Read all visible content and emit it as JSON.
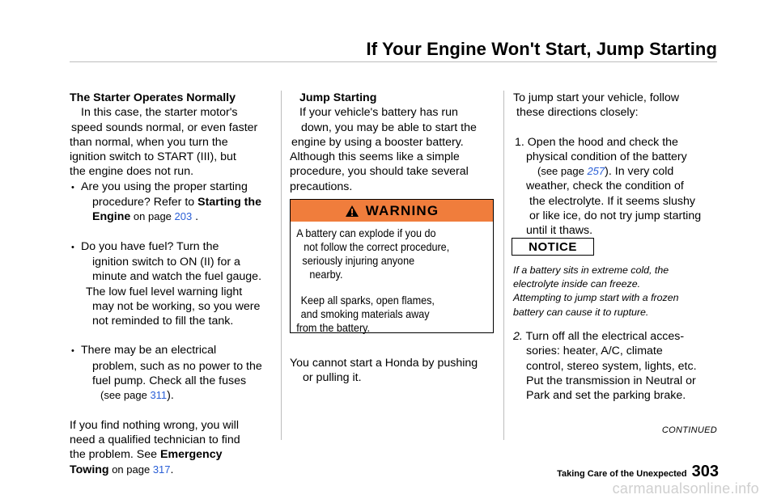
{
  "header": {
    "title": "If Your Engine Won't Start, Jump Starting"
  },
  "col1": {
    "heading": "The Starter Operates Normally",
    "intro": [
      "In this case, the starter motor's",
      "speed sounds normal, or even faster",
      "than normal, when you turn the",
      "ignition switch to START (III), but",
      "the engine does not run."
    ],
    "b1": [
      "Are you using the proper starting",
      "procedure? Refer to "
    ],
    "b1_bold1": "Starting the",
    "b1_bold2": "Engine",
    "b1_onpage": " on page ",
    "b1_page": "203",
    "b1_end": " .",
    "b2": [
      "Do you have fuel? Turn the",
      "ignition switch to ON (II) for a",
      "minute and watch the fuel gauge.",
      "The low fuel level warning light",
      "may not be working, so you were",
      "not reminded to fill the tank."
    ],
    "b3": [
      "There may be an electrical",
      "problem, such as no power to the",
      "fuel pump. Check all the fuses"
    ],
    "b3_see": "(see page ",
    "b3_page": "311",
    "b3_end": ").",
    "outro": [
      "If you find nothing wrong, you will",
      "need a qualified technician to find",
      "the problem. See "
    ],
    "outro_bold1": "Emergency",
    "outro_bold2": "Towing",
    "outro_onpage": " on page ",
    "outro_page": "317",
    "outro_end": "."
  },
  "col2": {
    "heading": "Jump Starting",
    "intro": [
      "If your vehicle's battery has run",
      "down, you may be able to start the",
      "engine by using a booster battery.",
      "Although this seems like a simple",
      "procedure, you should take several",
      "precautions."
    ],
    "warning": {
      "label": "WARNING",
      "lines1": [
        "A battery can explode if you do",
        "not follow the correct procedure,",
        "seriously injuring anyone",
        "nearby."
      ],
      "lines2": [
        "Keep all sparks, open flames,",
        "and smoking materials away",
        "from the battery."
      ]
    },
    "honda": [
      "You cannot start a Honda by pushing",
      "or pulling it."
    ]
  },
  "col3": {
    "intro": [
      "To jump start your vehicle, follow",
      "these directions closely:"
    ],
    "step1": [
      "1. Open the hood and check the",
      "physical condition of the battery"
    ],
    "step1_see": "(see page ",
    "step1_page": "257",
    "step1_rest": "). In very cold",
    "step1_more": [
      "weather, check the condition of",
      "the electrolyte. If it seems slushy",
      "or like ice, do not try jump starting",
      "until it thaws."
    ],
    "notice_label": "NOTICE",
    "notice_text": [
      "If a battery sits in extreme cold, the",
      "electrolyte inside can freeze.",
      "Attempting to jump start with a frozen",
      "battery can cause it to rupture."
    ],
    "step2_num": "2.",
    "step2": [
      " Turn off all the electrical acces-",
      "sories: heater, A/C, climate",
      "control, stereo system, lights, etc.",
      "Put the transmission in Neutral or",
      "Park and set the parking brake."
    ],
    "continued": "CONTINUED"
  },
  "footer": {
    "section": "Taking Care of the Unexpected",
    "page": "303"
  },
  "watermark": "carmanualsonline.info",
  "colors": {
    "warning_bg": "#f07d3c",
    "link": "#2a5fd6"
  }
}
